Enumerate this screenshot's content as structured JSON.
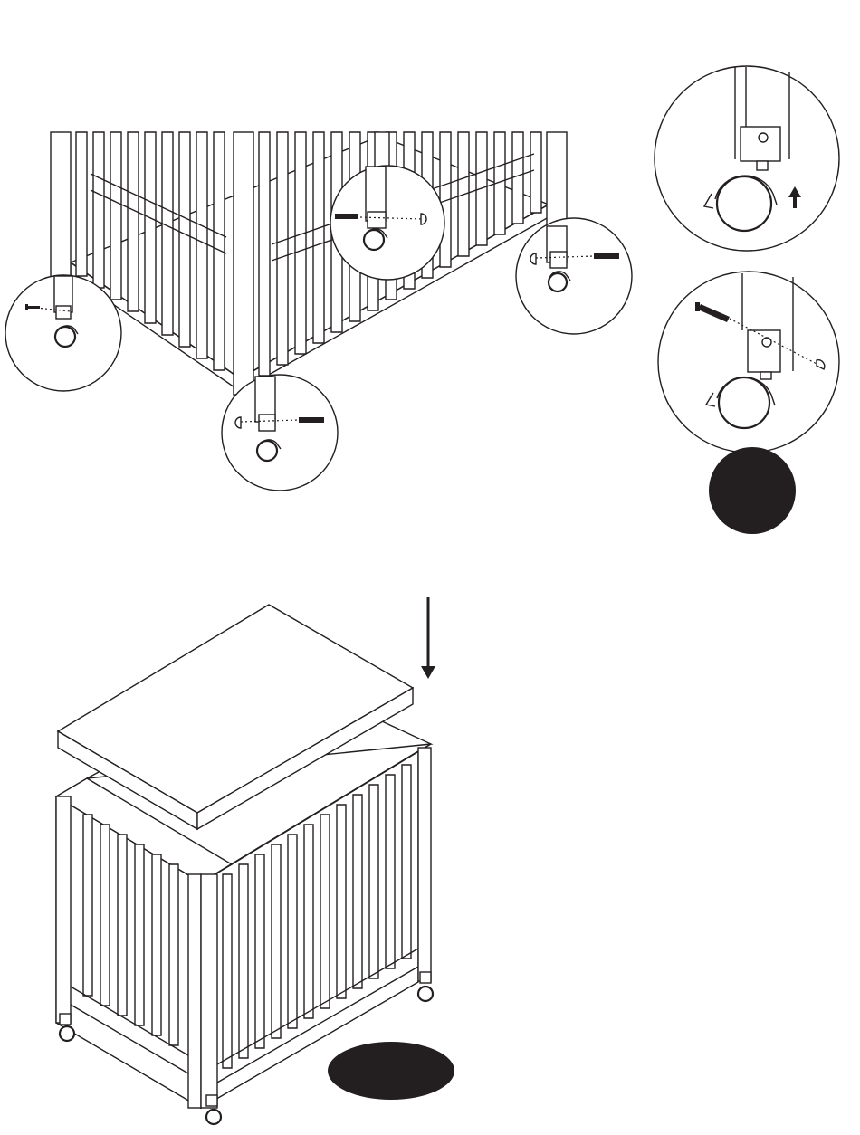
{
  "diagram": {
    "steps": [
      {
        "id": "casters",
        "badge_shape": "circle",
        "badge_label": ""
      },
      {
        "id": "mattress",
        "badge_shape": "oval",
        "badge_label": ""
      }
    ],
    "colors": {
      "line": "#231f20",
      "paper": "#ffffff",
      "badge": "#231f20"
    },
    "icons": [
      "caster-wheel-icon",
      "screw-icon",
      "cap-nut-icon",
      "arrow-up-icon",
      "arrow-down-icon"
    ]
  }
}
